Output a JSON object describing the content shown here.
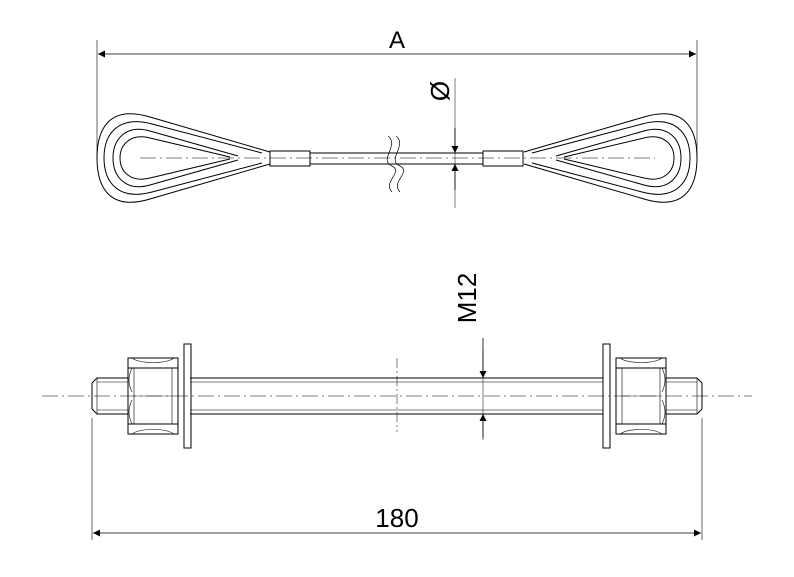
{
  "drawing": {
    "cable": {
      "length_label": "A",
      "diameter_label": "Ø"
    },
    "bolt": {
      "thread_label": "M12",
      "length_label": "180"
    }
  }
}
